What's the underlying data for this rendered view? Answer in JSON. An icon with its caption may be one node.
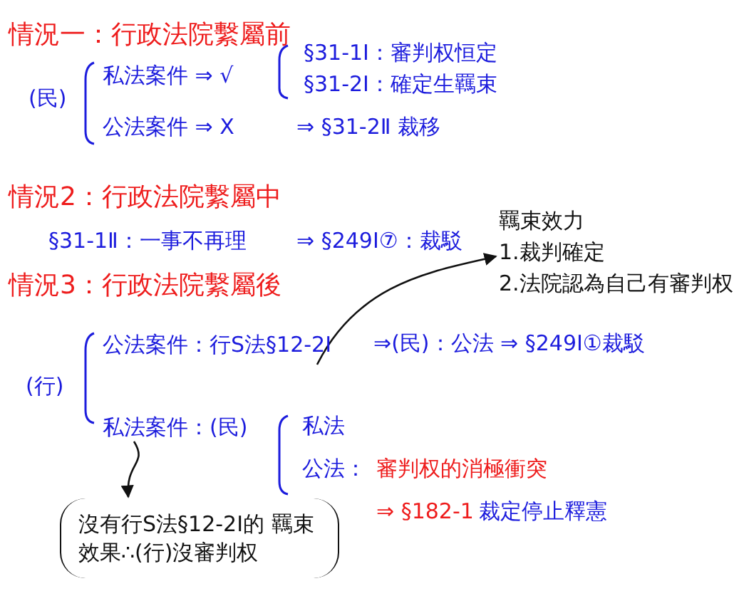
{
  "diagram": {
    "nodes": [
      {
        "text": [
          "公法案件：行S法§12-2Ⅰ"
        ]
      },
      {
        "text": [
          "羈束效力",
          "1.裁判確定",
          "2.法院認為自己有審判权"
        ]
      },
      {
        "text": [
          "私法案件：(民)"
        ]
      },
      {
        "text": [
          "沒有行S法§12-2Ⅰ的 羈束效果∴(行)沒審判权"
        ]
      }
    ],
    "edges": [
      {
        "from": 0,
        "to": 1,
        "arrow": "to"
      },
      {
        "from": 2,
        "to": 3,
        "arrow": "to"
      }
    ],
    "labels": [
      "情況一：行政法院繫屬前",
      "§31-1Ⅰ：審判权恒定",
      "(民)",
      "私法案件 ⇒ √",
      "§31-2Ⅰ：確定生羈束",
      "公法案件 ⇒ X",
      "⇒ §31-2Ⅱ 裁移",
      "情況2：行政法院繫屬中",
      "§31-1Ⅱ：一事不再理",
      "⇒ §249Ⅰ⑦：裁駁",
      "情況3：行政法院繫屬後",
      "(行)",
      "⇒(民)：公法 ⇒ §249Ⅰ①裁駁",
      "私法",
      "公法：",
      "審判权的消極衝突",
      "⇒ §182-1",
      "裁定停止釋憲"
    ]
  }
}
